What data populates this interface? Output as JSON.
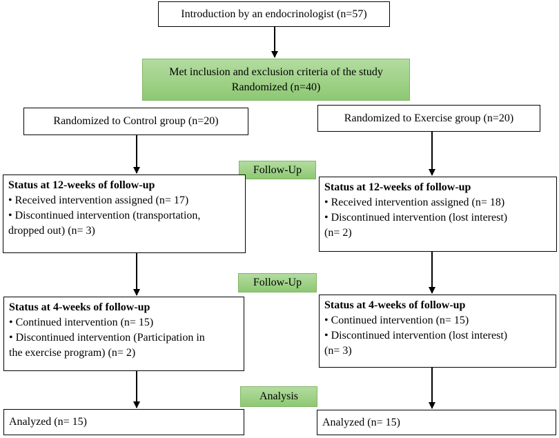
{
  "intro": "Introduction by an endocrinologist (n=57)",
  "criteria": {
    "line1": "Met inclusion and exclusion criteria of the study",
    "line2": "Randomized (n=40)"
  },
  "control": {
    "randomized": "Randomized to Control group (n=20)",
    "week12": {
      "title": "Status at 12-weeks of follow-up",
      "line1": "• Received intervention assigned (n= 17)",
      "line2": "• Discontinued intervention (transportation,",
      "line3": "dropped out) (n= 3)"
    },
    "week4": {
      "title": "Status at 4-weeks of follow-up",
      "line1": "• Continued intervention (n= 15)",
      "line2": "• Discontinued intervention (Participation in",
      "line3": "the exercise program) (n= 2)"
    },
    "analyzed": "Analyzed (n= 15)"
  },
  "exercise": {
    "randomized": "Randomized to Exercise group (n=20)",
    "week12": {
      "title": "Status at 12-weeks of follow-up",
      "line1": "• Received intervention assigned (n= 18)",
      "line2": "• Discontinued intervention (lost interest)",
      "line3": "(n= 2)"
    },
    "week4": {
      "title": "Status at 4-weeks of follow-up",
      "line1": "• Continued intervention (n= 15)",
      "line2": "• Discontinued intervention (lost interest)",
      "line3": "(n= 3)"
    },
    "analyzed": "Analyzed (n= 15)"
  },
  "labels": {
    "followup1": "Follow-Up",
    "followup2": "Follow-Up",
    "analysis": "Analysis"
  }
}
